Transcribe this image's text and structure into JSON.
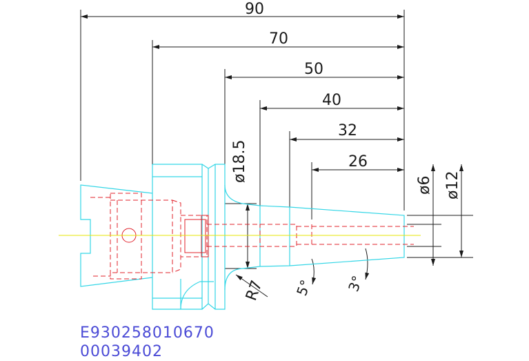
{
  "dimensions": {
    "len_90": "90",
    "len_70": "70",
    "len_50": "50",
    "len_40": "40",
    "len_32": "32",
    "len_26": "26",
    "dia_18_5": "ø18.5",
    "dia_6": "ø6",
    "dia_12": "ø12",
    "radius": "R7",
    "angle_5": "5°",
    "angle_3": "3°"
  },
  "codes": {
    "line1": "E930258010670",
    "line2": "00039402"
  },
  "colors": {
    "outline": "#33d6e6",
    "hidden": "#e0202a",
    "centerline": "#e6e600",
    "dim": "#1a1a1a",
    "code_text": "#4b4bd6"
  }
}
